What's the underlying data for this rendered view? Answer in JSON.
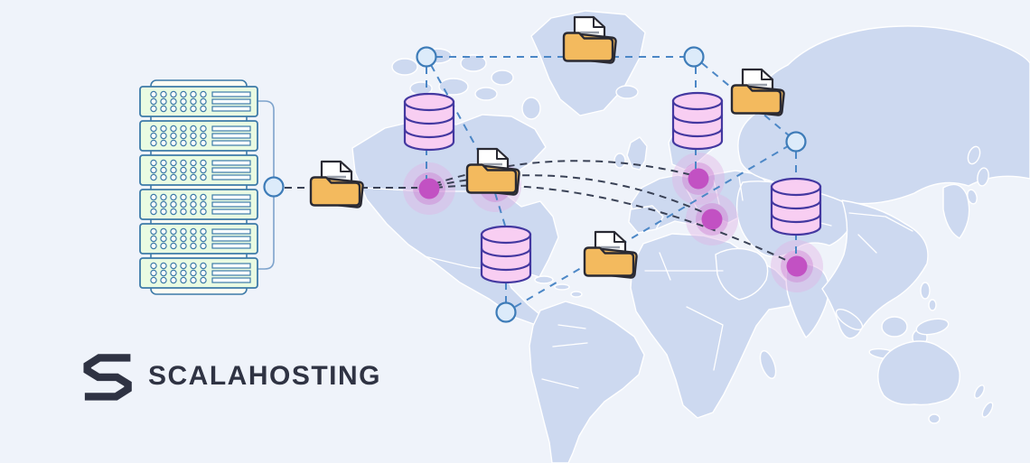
{
  "brand": {
    "name": "SCALAHOSTING"
  },
  "colors": {
    "background": "#eff3fa",
    "map": "#cdd9f0",
    "map_border": "#ffffff",
    "line_blue": "#4c87c6",
    "line_navy": "#3a4256",
    "server_fill": "#e9fbe2",
    "server_stroke": "#3d7aa8",
    "chassis_fill": "#fffdf4",
    "folder_fill": "#f3ba5e",
    "folder_stroke": "#2a2a33",
    "database_fill": "#f8cef2",
    "database_stroke": "#4338a0",
    "node_fill": "#dcebfa",
    "node_stroke": "#3e7cb8",
    "dot_color": "#c251c3",
    "dot_glow": "#dfb3e4",
    "logo_color": "#2f3343"
  },
  "diagram": {
    "kind": "distributed-hosting-network-illustration",
    "background_art": "world-map",
    "server_rack_units": 6,
    "folder_icons": 5,
    "database_icons": 4,
    "network_node_icons": 5,
    "location_dot_icons": 4
  }
}
